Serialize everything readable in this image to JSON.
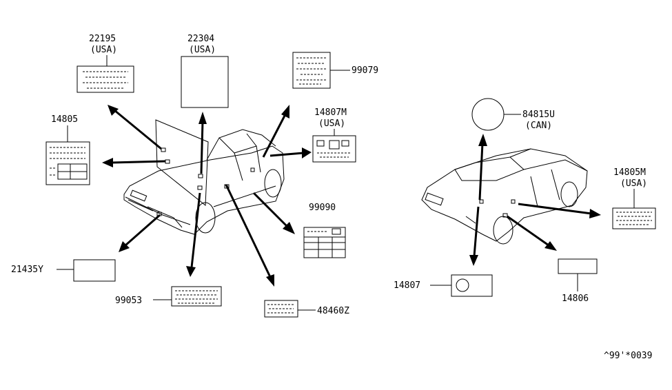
{
  "part_labels": {
    "p22195": "22195",
    "p22195_region": "(USA)",
    "p22304": "22304",
    "p22304_region": "(USA)",
    "p99079": "99079",
    "p14805": "14805",
    "p14807M": "14807M",
    "p14807M_region": "(USA)",
    "p99090": "99090",
    "p21435Y": "21435Y",
    "p99053": "99053",
    "p48460Z": "48460Z",
    "p84815U": "84815U",
    "p84815U_region": "(CAN)",
    "p14805M": "14805M",
    "p14805M_region": "(USA)",
    "p14807": "14807",
    "p14806": "14806"
  },
  "diagram_code": "^99'*0039"
}
